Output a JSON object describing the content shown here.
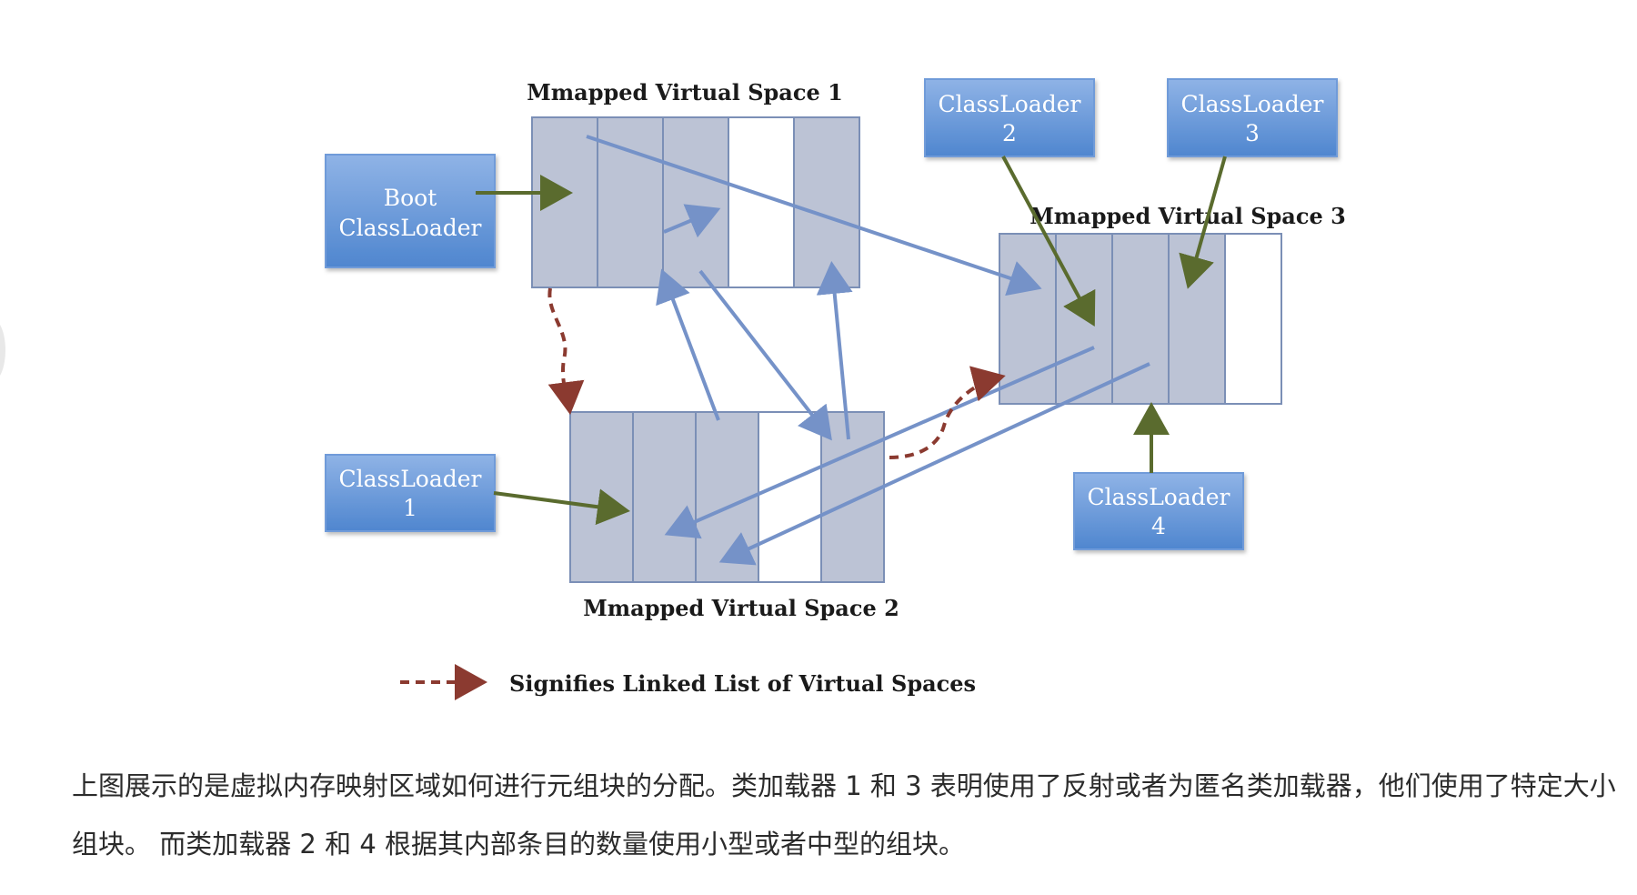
{
  "diagram": {
    "colors": {
      "box_top": "#8fb3e6",
      "box_bottom": "#4f86cf",
      "box_border": "#6f9bd9",
      "space_fill": "#bcc3d5",
      "space_border": "#7b8fb6",
      "blue_arrow": "#7592c8",
      "green_arrow": "#5a6b2e",
      "linked_arrow": "#8b3a30"
    },
    "classloaders": {
      "boot": {
        "line1": "Boot",
        "line2": "ClassLoader"
      },
      "cl1": {
        "line1": "ClassLoader",
        "line2": "1"
      },
      "cl2": {
        "line1": "ClassLoader",
        "line2": "2"
      },
      "cl3": {
        "line1": "ClassLoader",
        "line2": "3"
      },
      "cl4": {
        "line1": "ClassLoader",
        "line2": "4"
      }
    },
    "spaces": {
      "space1": {
        "title": "Mmapped Virtual Space 1",
        "chunks": [
          "used",
          "used",
          "used",
          "free",
          "used"
        ]
      },
      "space2": {
        "title": "Mmapped Virtual Space 2",
        "chunks": [
          "used",
          "used",
          "used",
          "free",
          "used"
        ]
      },
      "space3": {
        "title": "Mmapped Virtual Space 3",
        "chunks": [
          "used",
          "used",
          "used",
          "used",
          "free"
        ]
      }
    },
    "legend": {
      "text": "Signifies Linked List of Virtual Spaces"
    }
  },
  "caption": {
    "text": "上图展示的是虚拟内存映射区域如何进行元组块的分配。类加载器 1 和 3 表明使用了反射或者为匿名类加载器，他们使用了特定大小组块。 而类加载器 2 和 4 根据其内部条目的数量使用小型或者中型的组块。"
  }
}
